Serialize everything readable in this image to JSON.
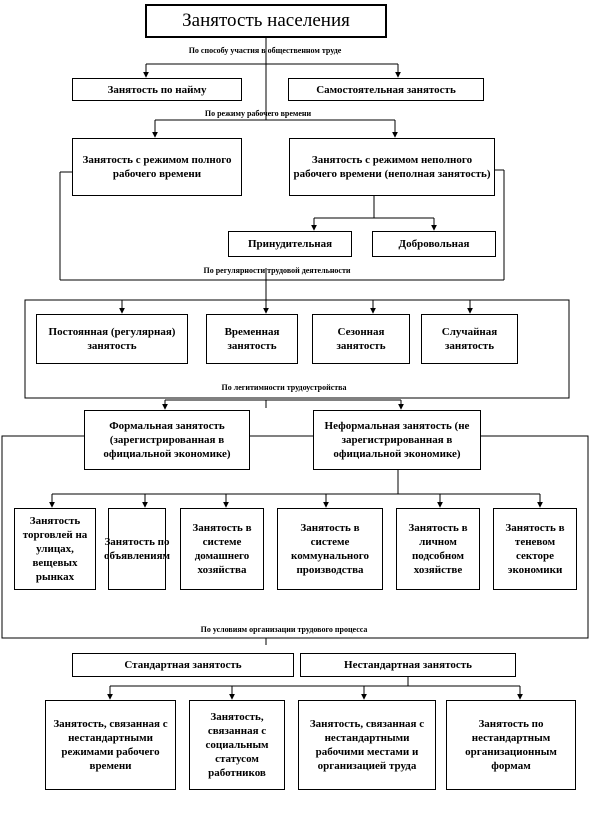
{
  "title": "Занятость населения",
  "labels": {
    "by_participation": "По способу участия в общественном труде",
    "by_work_regime": "По режиму рабочего времени",
    "by_regularity": "По регулярности трудовой деятельности",
    "by_legitimacy": "По легитимности трудоустройства",
    "by_organization": "По условиям организации трудового процесса"
  },
  "boxes": {
    "hired": "Занятость по найму",
    "self": "Самостоятельная занятость",
    "full_time": "Занятость с режимом полного рабочего времени",
    "part_time": "Занятость с режимом неполного рабочего времени (неполная занятость)",
    "forced": "Принудительная",
    "voluntary": "Добровольная",
    "permanent": "Постоянная (регулярная) занятость",
    "temporary": "Временная занятость",
    "seasonal": "Сезонная занятость",
    "occasional": "Случайная занятость",
    "formal": "Формальная занятость (зарегистрированная в официальной экономике)",
    "informal": "Неформальная занятость (не зарегистрированная в официальной экономике)",
    "street_trade": "Занятость торговлей на улицах, вещевых рынках",
    "by_object": "Занятость по объявлениям",
    "household": "Занятость в системе домашнего хозяйства",
    "communal": "Занятость в системе коммунального производства",
    "subsidiary": "Занятость в личном подсобном хозяйстве",
    "shadow": "Занятость в теневом секторе экономики",
    "standard": "Стандартная занятость",
    "nonstandard": "Нестандартная занятость",
    "ns_regimes": "Занятость, связанная с нестандартными режимами рабочего времени",
    "ns_status": "Занятость, связанная с социальным статусом работников",
    "ns_workplace": "Занятость, связанная с нестандартными рабочими местами и организацией труда",
    "ns_forms": "Занятость по нестандартным организационным формам"
  }
}
